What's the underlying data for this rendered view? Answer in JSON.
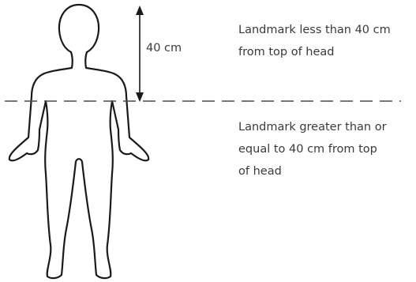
{
  "measurement": {
    "label": "40 cm"
  },
  "notes": {
    "above_line": "Landmark less than 40 cm\nfrom top of head",
    "below_line": "Landmark greater than or\nequal to 40 cm from top\nof head"
  },
  "colors": {
    "ink": "#1a1a1a",
    "dashed_line": "#4a4a4a",
    "text": "#3a3a3a"
  }
}
